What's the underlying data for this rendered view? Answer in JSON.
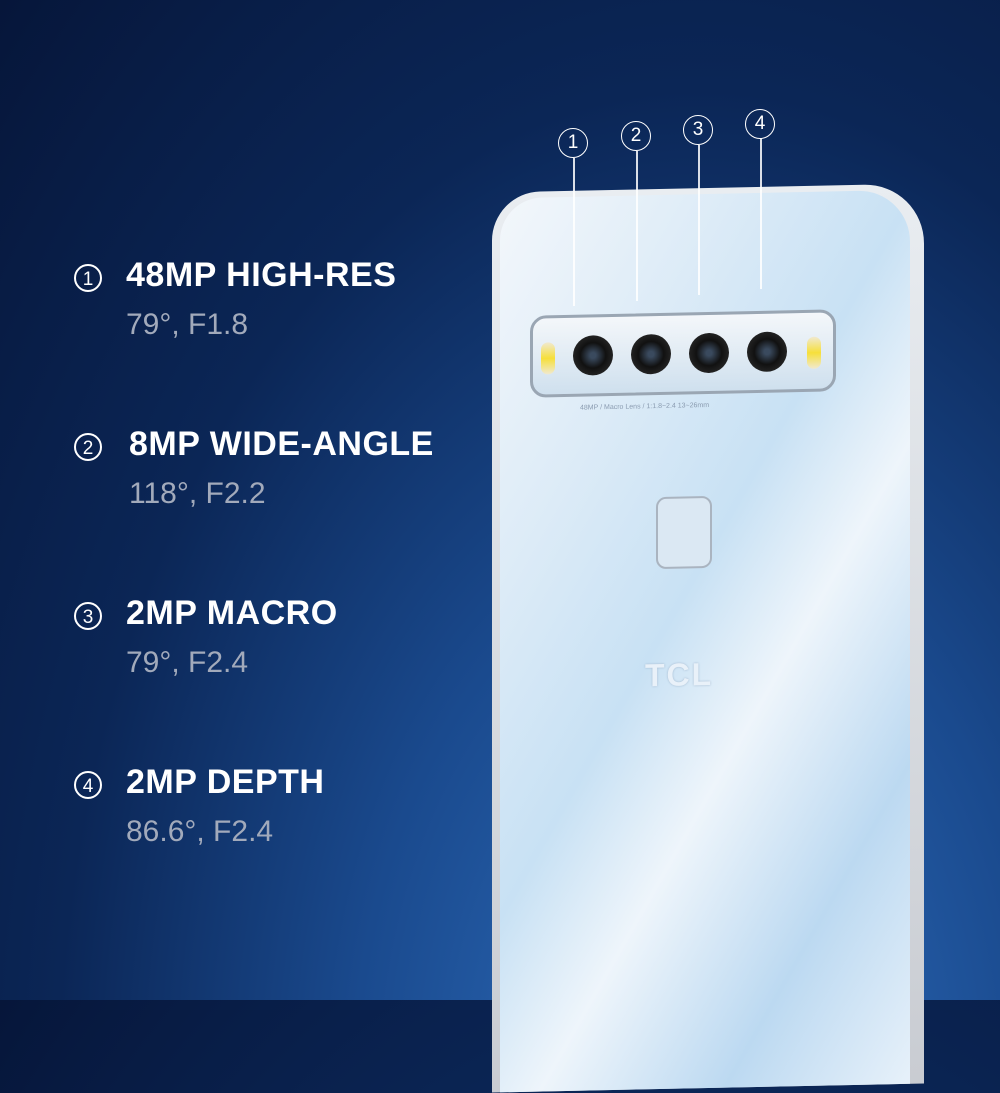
{
  "specs": [
    {
      "num": "1",
      "title": "48MP HIGH-RES",
      "sub": "79°, F1.8"
    },
    {
      "num": "2",
      "title": "8MP WIDE-ANGLE",
      "sub": "118°, F2.2"
    },
    {
      "num": "3",
      "title": "2MP MACRO",
      "sub": "79°, F2.4"
    },
    {
      "num": "4",
      "title": "2MP DEPTH",
      "sub": "86.6°, F2.4"
    }
  ],
  "callouts": [
    "1",
    "2",
    "3",
    "4"
  ],
  "phone": {
    "logo": "TCL",
    "module_text": "48MP / Macro Lens / 1:1.8~2.4 13~26mm"
  }
}
